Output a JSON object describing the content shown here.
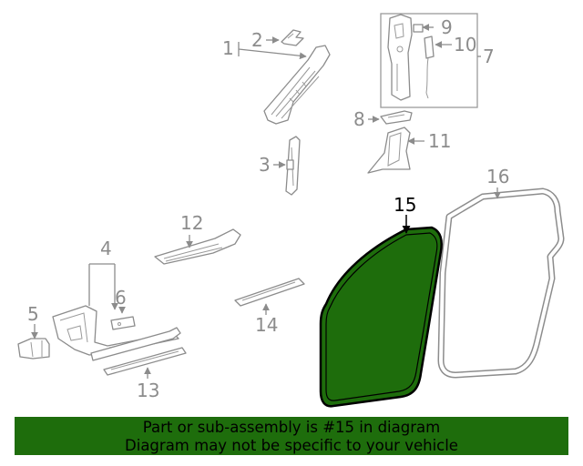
{
  "callouts": {
    "c1": "1",
    "c2": "2",
    "c3": "3",
    "c4": "4",
    "c5": "5",
    "c6": "6",
    "c7": "7",
    "c8": "8",
    "c9": "9",
    "c10": "10",
    "c11": "11",
    "c12": "12",
    "c13": "13",
    "c14": "14",
    "c15": "15",
    "c16": "16"
  },
  "highlight": {
    "part_number": "15",
    "fill_color": "#1e6d0c",
    "outline_color": "#000000"
  },
  "banner": {
    "line1": "Part or sub-assembly is #15 in diagram",
    "line2": "Diagram may not be specific to your vehicle",
    "background": "#1e6d0c"
  },
  "icons": {
    "callout_arrow": "arrowhead-icon"
  }
}
